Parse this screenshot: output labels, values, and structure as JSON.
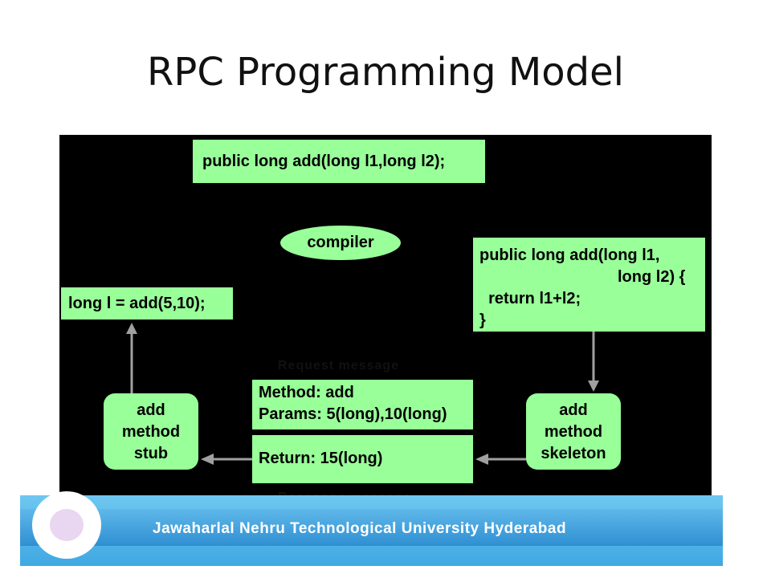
{
  "slide": {
    "title": "RPC Programming Model"
  },
  "diagram": {
    "interface_decl": "public long add(long l1,long l2);",
    "compiler_label": "compiler",
    "client_call": "long l = add(5,10);",
    "server_impl": [
      "public long add(long l1,",
      "long l2) {",
      "  return l1+l2;",
      "}"
    ],
    "stub": [
      "add",
      "method",
      "stub"
    ],
    "skeleton": [
      "add",
      "method",
      "skeleton"
    ],
    "request_label": "Request message",
    "request_lines": [
      "Method: add",
      "Params: 5(long),10(long)"
    ],
    "response_label": "Response message",
    "response_line": "Return: 15(long)",
    "box_color": "#99ff99",
    "background_color": "#000000",
    "arrow_color": "#a0a0a0"
  },
  "footer": {
    "text": "Jawaharlal Nehru Technological University Hyderabad",
    "color": "#3fa8e2"
  }
}
